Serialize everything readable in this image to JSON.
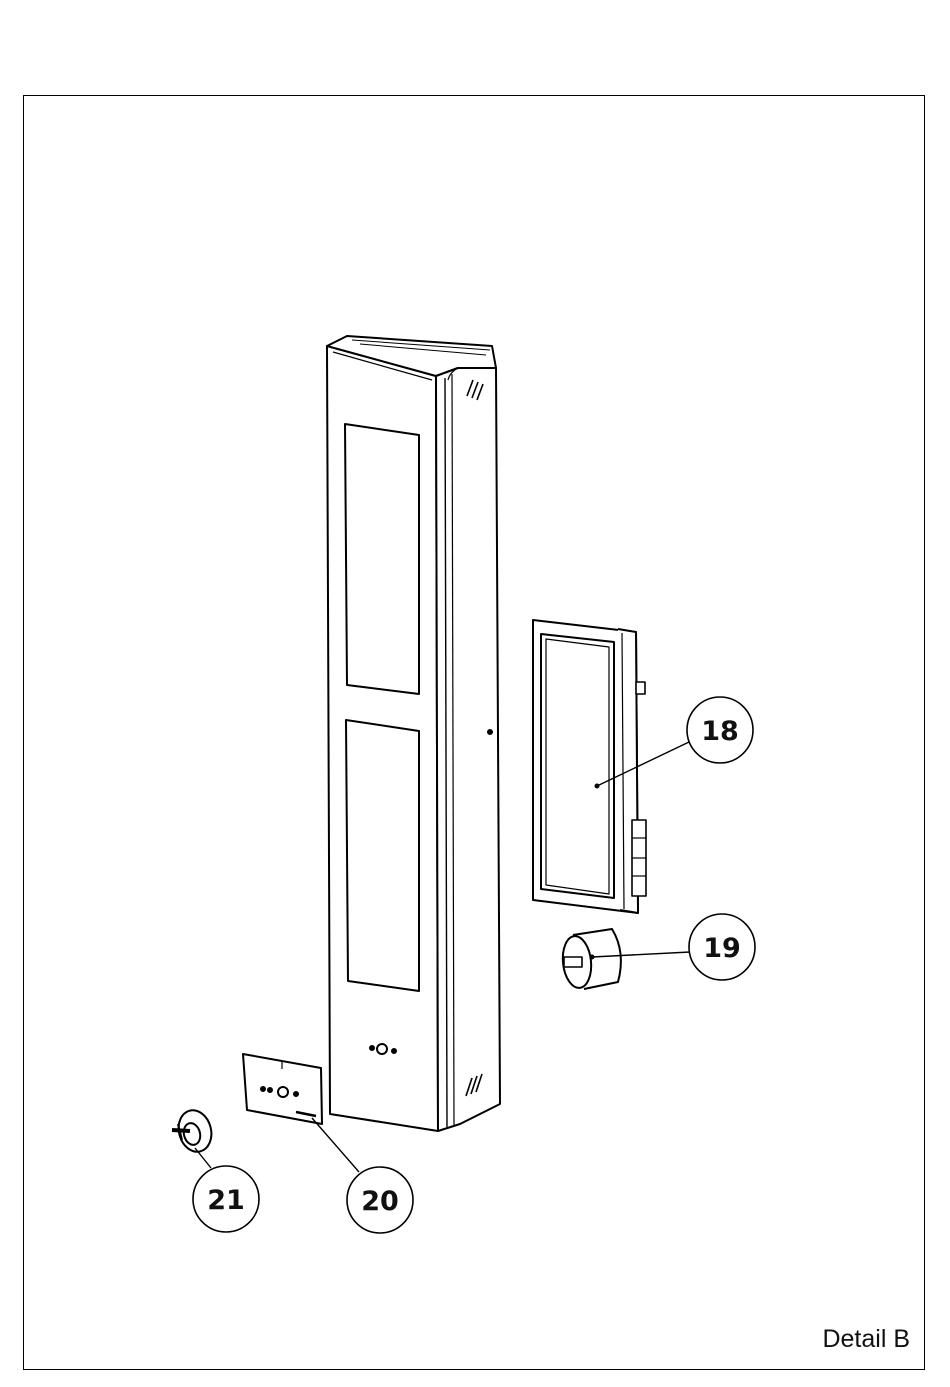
{
  "callouts": {
    "c18": "18",
    "c19": "19",
    "c20": "20",
    "c21": "21"
  },
  "detail_label": "Detail B",
  "colors": {
    "line": "#000000",
    "background": "#ffffff"
  }
}
